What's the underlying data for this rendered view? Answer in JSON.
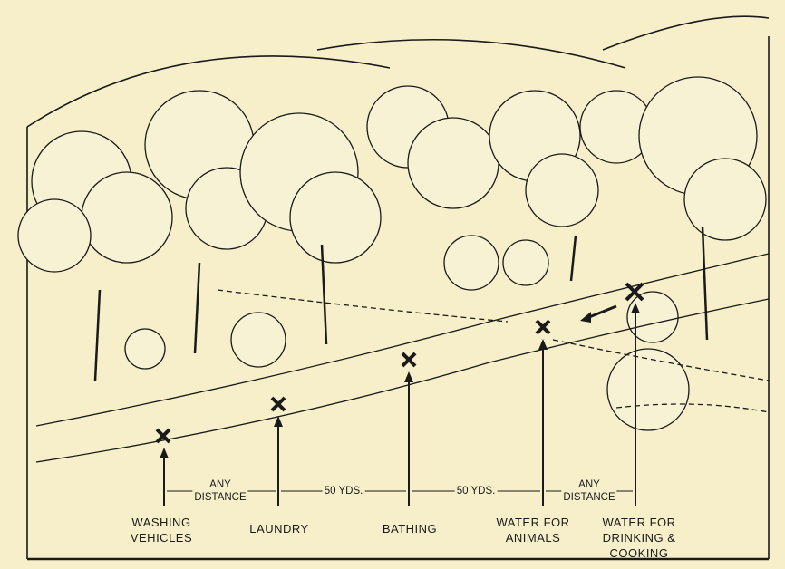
{
  "labels": {
    "washing": [
      "WASHING",
      "VEHICLES"
    ],
    "laundry": "LAUNDRY",
    "bathing": "BATHING",
    "animals": [
      "WATER FOR",
      "ANIMALS"
    ],
    "drinking": [
      "WATER FOR",
      "DRINKING &",
      "COOKING"
    ]
  },
  "distances": {
    "d1": [
      "ANY",
      "DISTANCE"
    ],
    "d2": "50 YDS.",
    "d3": "50 YDS.",
    "d4": [
      "ANY",
      "DISTANCE"
    ]
  },
  "colors": {
    "paper": "#f6efc9",
    "ink": "#1a1a1a"
  }
}
